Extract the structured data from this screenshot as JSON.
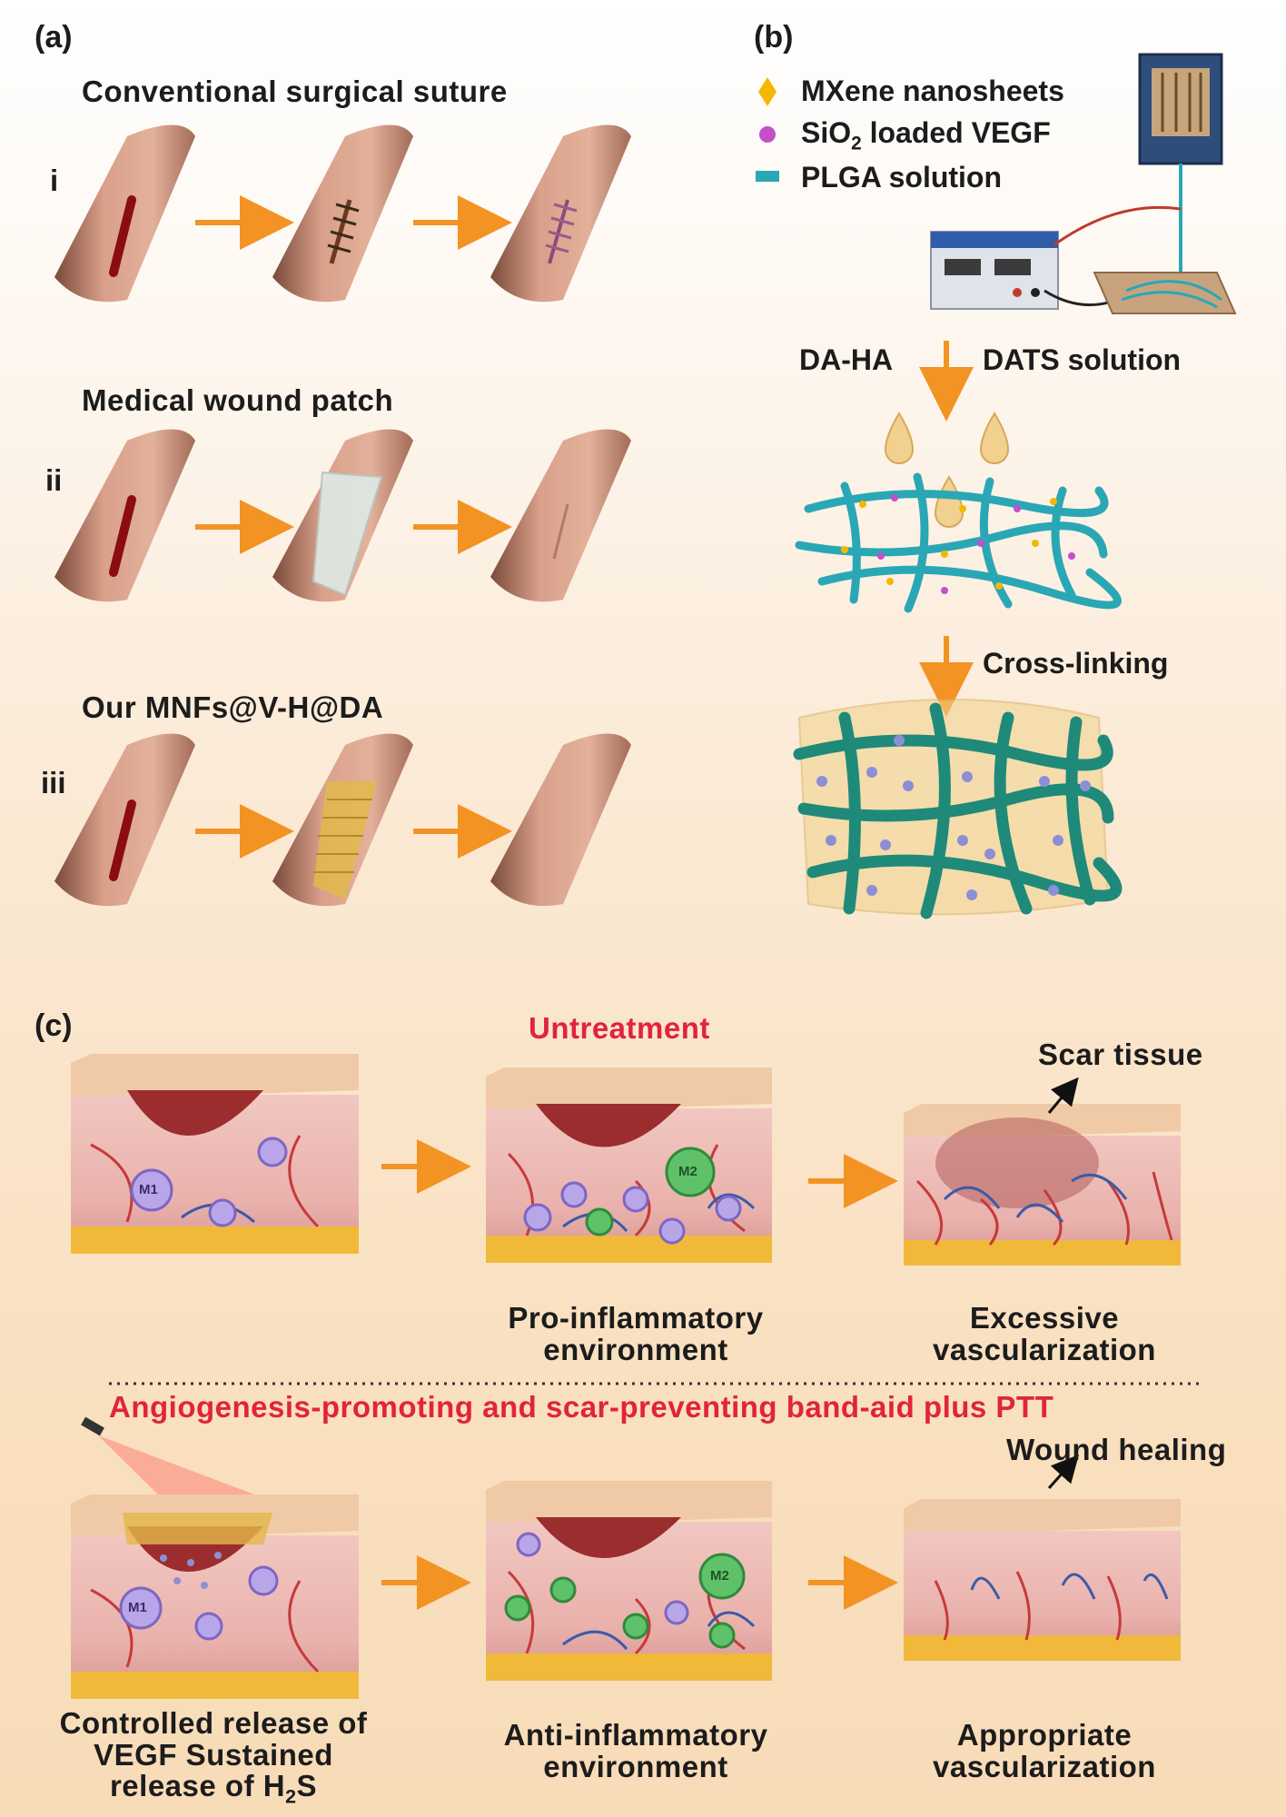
{
  "panel_a": {
    "label": "(a)",
    "rows": [
      {
        "roman": "i",
        "title": "Conventional surgical suture"
      },
      {
        "roman": "ii",
        "title": "Medical wound patch"
      },
      {
        "roman": "iii",
        "title": "Our MNFs@V-H@DA"
      }
    ]
  },
  "panel_b": {
    "label": "(b)",
    "legend": [
      {
        "text": "MXene nanosheets",
        "icon": "yellow-diamond-icon",
        "color": "#f5b800"
      },
      {
        "text_pre": "SiO",
        "text_sub": "2",
        "text_post": " loaded VEGF",
        "icon": "purple-nanoparticle-icon",
        "color": "#c34fc9"
      },
      {
        "text": "PLGA solution",
        "icon": "teal-rectangle-icon",
        "color": "#2aa7b5"
      }
    ],
    "step1_left": "DA-HA",
    "step1_right": "DATS solution",
    "step2": "Cross-linking"
  },
  "panel_c": {
    "label": "(c)",
    "top_title": "Untreatment",
    "top_annotation": "Scar tissue",
    "top_captions": [
      "Pro-inflammatory environment",
      "Excessive vascularization"
    ],
    "bottom_title": "Angiogenesis-promoting and scar-preventing band-aid plus PTT",
    "bottom_annotation": "Wound healing",
    "bottom_caption_1_pre": "Controlled release of VEGF Sustained release of H",
    "bottom_caption_1_sub": "2",
    "bottom_caption_1_post": "S",
    "bottom_captions": [
      "Anti-inflammatory environment",
      "Appropriate vascularization"
    ],
    "cell_labels": {
      "m1": "M1",
      "m2": "M2"
    }
  },
  "colors": {
    "arrow": "#f39323",
    "red_text": "#e0243c",
    "skin": "#c98a73",
    "fiber": "#2aa7b5"
  }
}
